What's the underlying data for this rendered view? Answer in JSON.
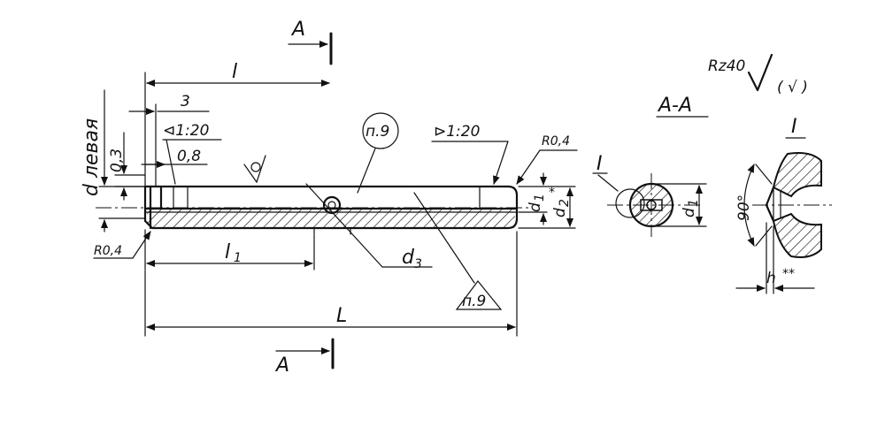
{
  "section_marks": {
    "top": "A",
    "bottom": "A"
  },
  "dims": {
    "l": "l",
    "three": "3",
    "taper_left": "⊲1:20",
    "taper_right": "⊳1:20",
    "zero_eight": "0,8",
    "zero_three": "0,3",
    "d_left": "d левая",
    "r_right": "R0,4",
    "r_left": "R0,4",
    "l1": "l",
    "l1_sub": "1",
    "L": "L",
    "d3": "d",
    "d3_sub": "3",
    "d1": "d",
    "d1_sub": "1",
    "d2": "d",
    "d2_sub": "2",
    "d2_star": "*"
  },
  "notes": {
    "circle_note": "п.9",
    "triangle_note": "п.9"
  },
  "section": {
    "title": "A-A",
    "d1": "d",
    "d1_sub": "1",
    "detail_mark": "I"
  },
  "roughness": {
    "value": "Rz40",
    "paren": "( √ )"
  },
  "detail": {
    "title": "I",
    "angle": "90°",
    "h": "h",
    "hstars": "**"
  }
}
